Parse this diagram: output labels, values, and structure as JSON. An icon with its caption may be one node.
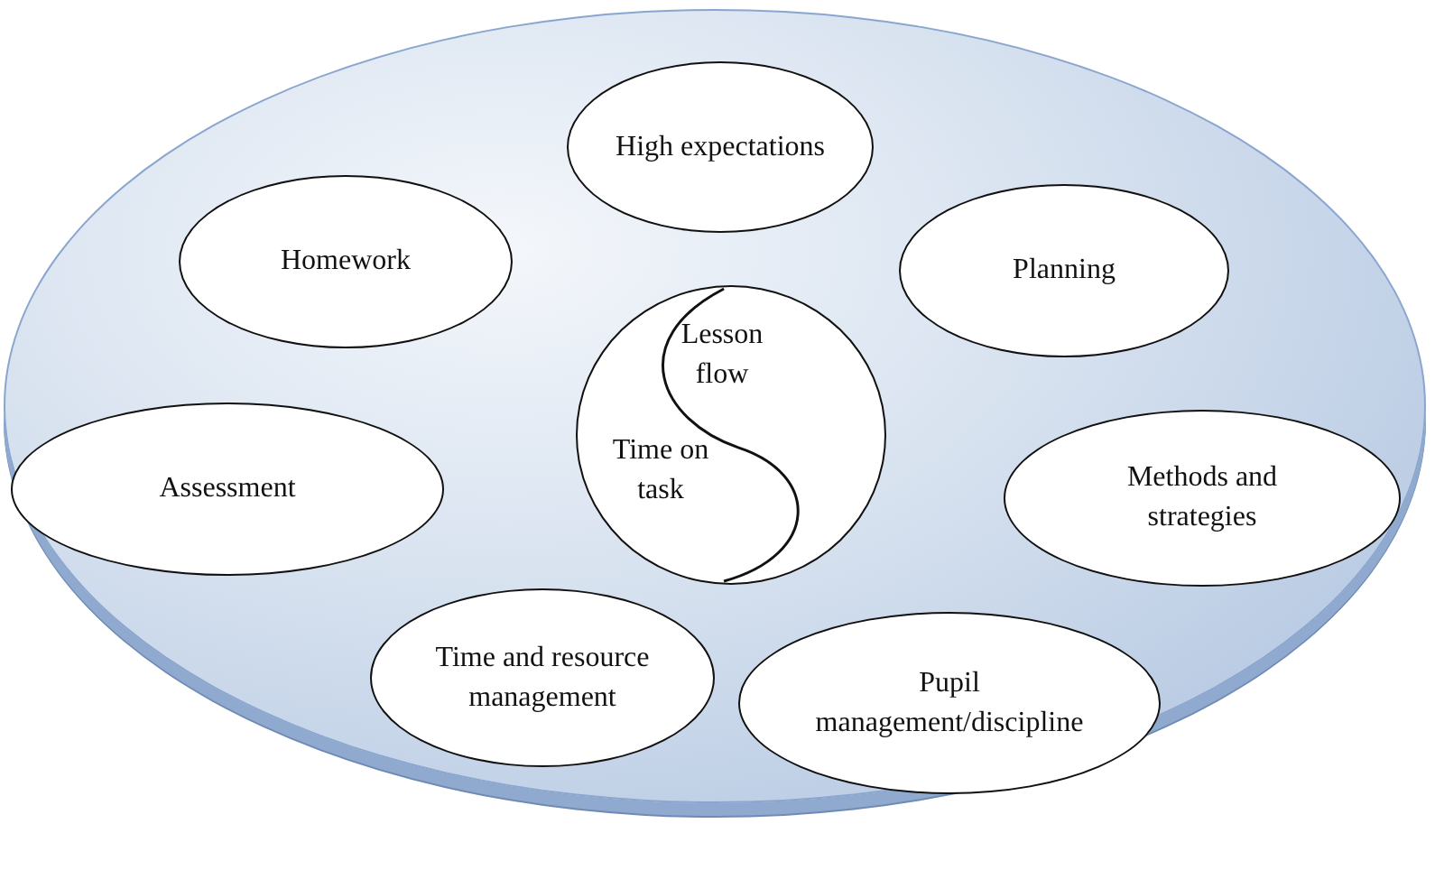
{
  "diagram": {
    "nodes": [
      {
        "text": [],
        "shape": "ellipse"
      },
      {
        "text": [
          "High expectations"
        ],
        "in": 0
      },
      {
        "text": [
          "Homework"
        ],
        "in": 0
      },
      {
        "text": [
          "Planning"
        ],
        "in": 0
      },
      {
        "text": [
          "Lesson flow",
          "Time on task"
        ],
        "in": 0
      },
      {
        "text": [
          "Assessment"
        ],
        "in": 0
      },
      {
        "text": [
          "Methods and strategies"
        ],
        "in": 0
      },
      {
        "text": [
          "Time and resource management"
        ],
        "in": 0
      },
      {
        "text": [
          "Pupil management/discipline"
        ],
        "in": 0
      }
    ]
  }
}
